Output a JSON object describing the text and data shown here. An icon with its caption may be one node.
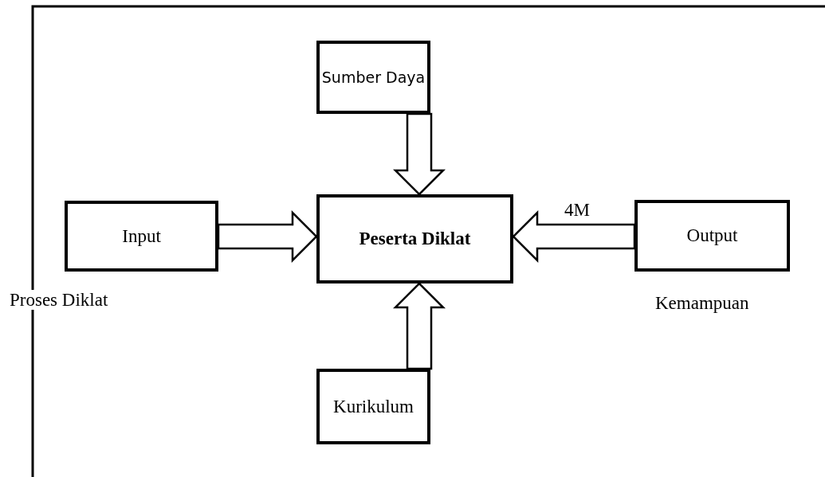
{
  "diagram": {
    "nodes": [
      {
        "text": [
          "Sumber Daya"
        ]
      },
      {
        "text": [
          "Input"
        ],
        "beside": [
          "Proses Diklat"
        ]
      },
      {
        "text": [
          "Peserta Diklat"
        ]
      },
      {
        "text": [
          "Output"
        ],
        "beside": [
          "Kemampuan"
        ]
      },
      {
        "text": [
          "Kurikulum"
        ]
      }
    ],
    "edges": [
      {
        "from": 0,
        "to": 2,
        "arrow": "to"
      },
      {
        "from": 1,
        "to": 2,
        "arrow": "to"
      },
      {
        "from": 3,
        "to": 2,
        "arrow": "to",
        "label": "4M"
      },
      {
        "from": 4,
        "to": 2,
        "arrow": "to"
      }
    ]
  }
}
